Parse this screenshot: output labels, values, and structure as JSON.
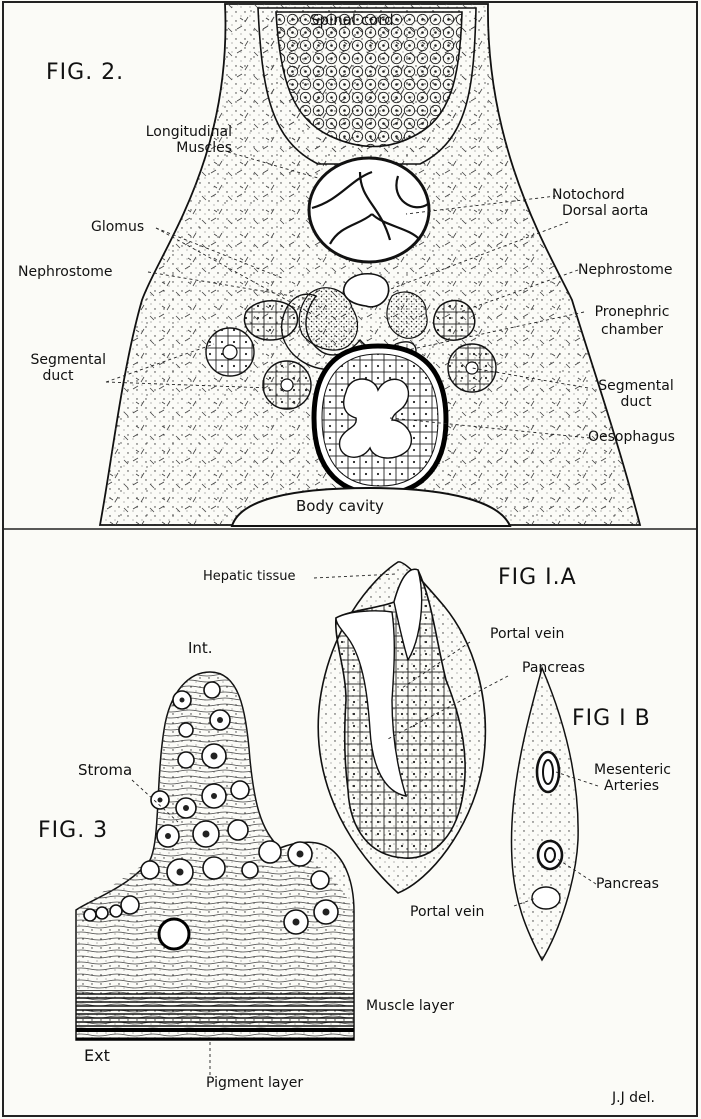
{
  "fig2": {
    "title": "FIG. 2.",
    "labels": {
      "spinal_cord": "Spinal cord",
      "longitudinal_muscles_1": "Longitudinal",
      "longitudinal_muscles_2": "Muscles",
      "glomus": "Glomus",
      "nephrostome_left": "Nephrostome",
      "nephrostome_right": "Nephrostome",
      "segmental_duct_left_1": "Segmental",
      "segmental_duct_left_2": "duct",
      "notochord": "Notochord",
      "dorsal_aorta": "Dorsal aorta",
      "pronephric_chamber_1": "Pronephric",
      "pronephric_chamber_2": "chamber",
      "segmental_duct_right_1": "Segmental",
      "segmental_duct_right_2": "duct",
      "oesophagus": "Oesophagus",
      "body_cavity": "Body cavity"
    }
  },
  "fig1a": {
    "title": "FIG I.A",
    "labels": {
      "hepatic_tissue": "Hepatic tissue",
      "portal_vein": "Portal vein",
      "pancreas": "Pancreas"
    }
  },
  "fig1b": {
    "title": "FIG I B",
    "labels": {
      "mesenteric_1": "Mesenteric",
      "mesenteric_2": "Arteries",
      "pancreas": "Pancreas",
      "portal_vein": "Portal vein"
    }
  },
  "fig3": {
    "title": "FIG. 3",
    "labels": {
      "int": "Int.",
      "stroma": "Stroma",
      "muscle_layer": "Muscle layer",
      "ext": "Ext",
      "pigment_layer": "Pigment layer"
    }
  },
  "signature": "J.J del."
}
